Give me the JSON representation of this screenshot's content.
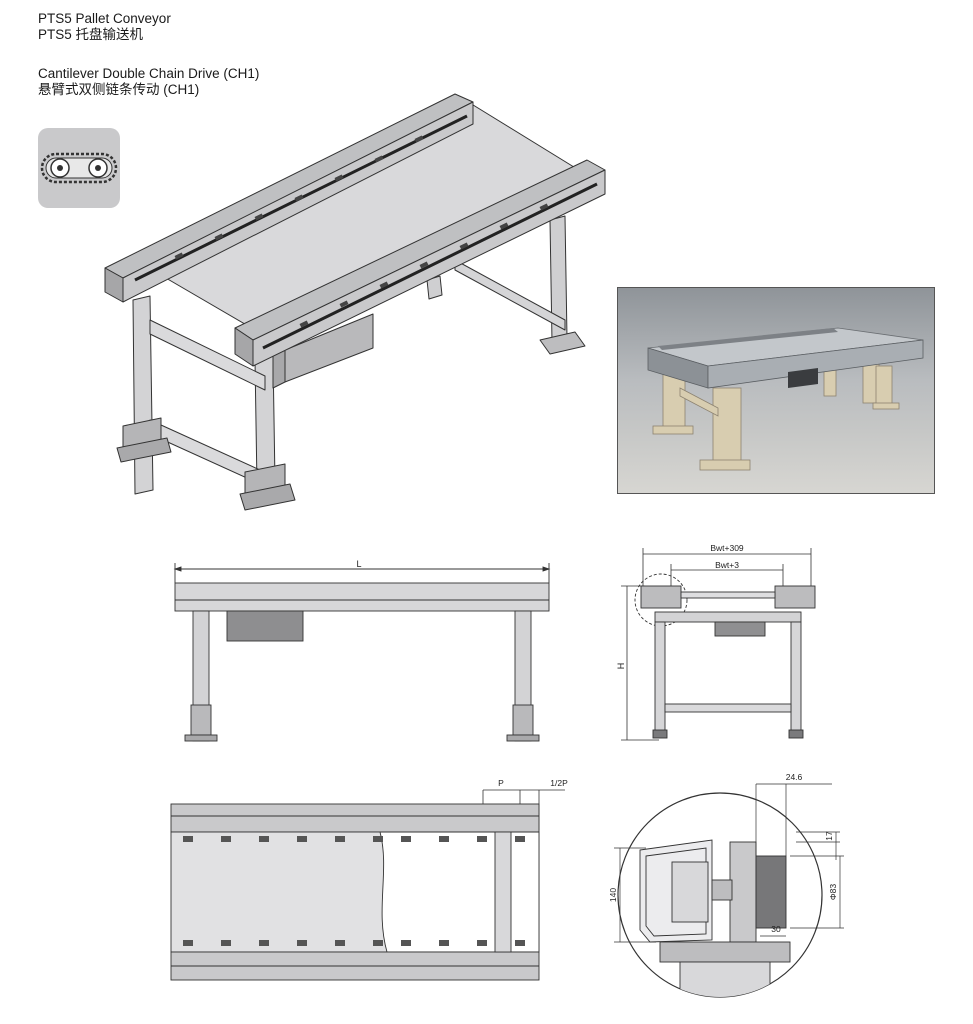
{
  "header": {
    "title_en": "PTS5 Pallet Conveyor",
    "title_cn": "PTS5 托盘输送机",
    "subtitle_en": "Cantilever Double Chain Drive (CH1)",
    "subtitle_cn": "悬臂式双侧链条传动 (CH1)"
  },
  "icon": {
    "name": "double-chain-icon"
  },
  "dimensions": {
    "length": "L",
    "width_outer": "Bwt+309",
    "width_inner": "Bwt+3",
    "height": "H",
    "pitch": "P",
    "half_pitch": "1/2P",
    "d_24_6": "24.6",
    "d_17": "17",
    "d_83": "Φ83",
    "d_140": "140",
    "d_30": "30"
  },
  "colors": {
    "frame": "#c8c8ca",
    "frame_dark": "#8a8a8c",
    "outline": "#333333",
    "icon_bg": "#c9c9cb"
  }
}
